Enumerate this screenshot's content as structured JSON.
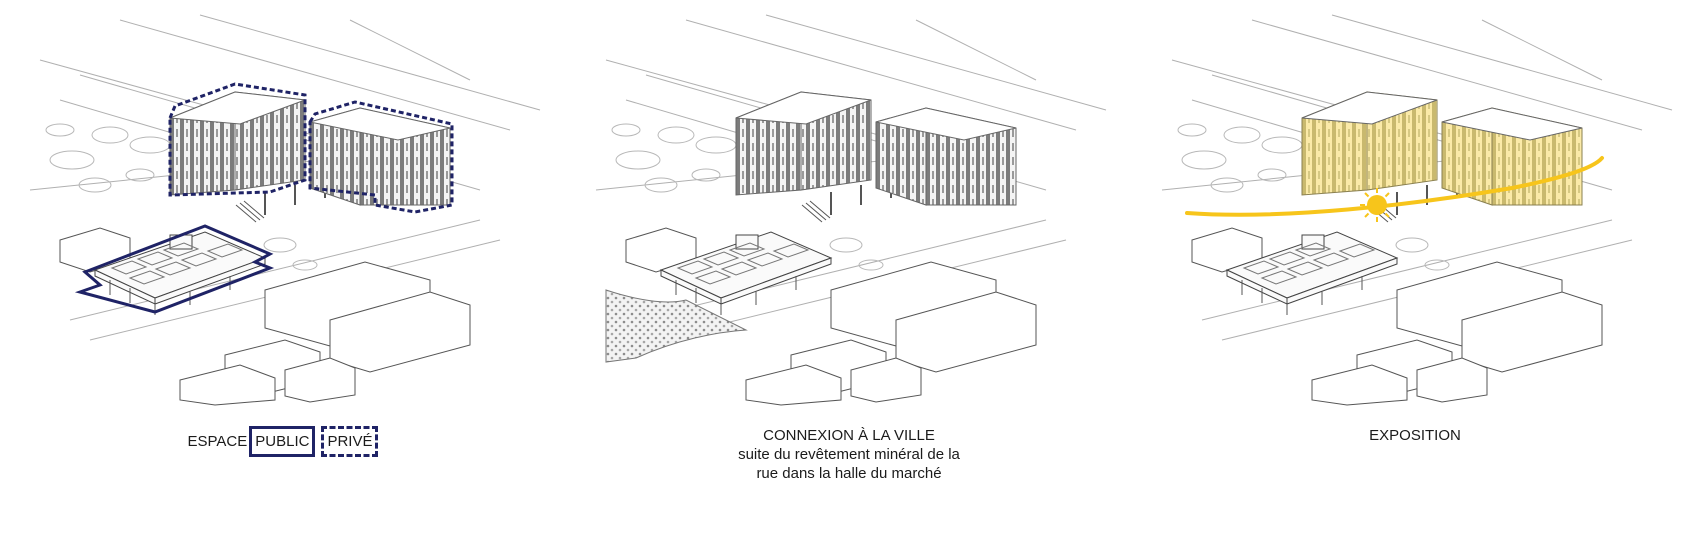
{
  "colors": {
    "outline_navy": "#1f2366",
    "building_gray": "#8a8a8a",
    "context_line": "#9a9a9a",
    "exposure_yellow": "#fbe9a0",
    "sun_path": "#f7c51b"
  },
  "panels": [
    {
      "caption": {
        "prefix": "ESPACE",
        "public": "PUBLIC",
        "private": "PRIVÉ"
      }
    },
    {
      "caption": {
        "title": "CONNEXION À LA VILLE",
        "line2": "suite du revêtement minéral de la",
        "line3": "rue dans la halle du marché"
      }
    },
    {
      "caption": {
        "title": "EXPOSITION"
      }
    }
  ]
}
